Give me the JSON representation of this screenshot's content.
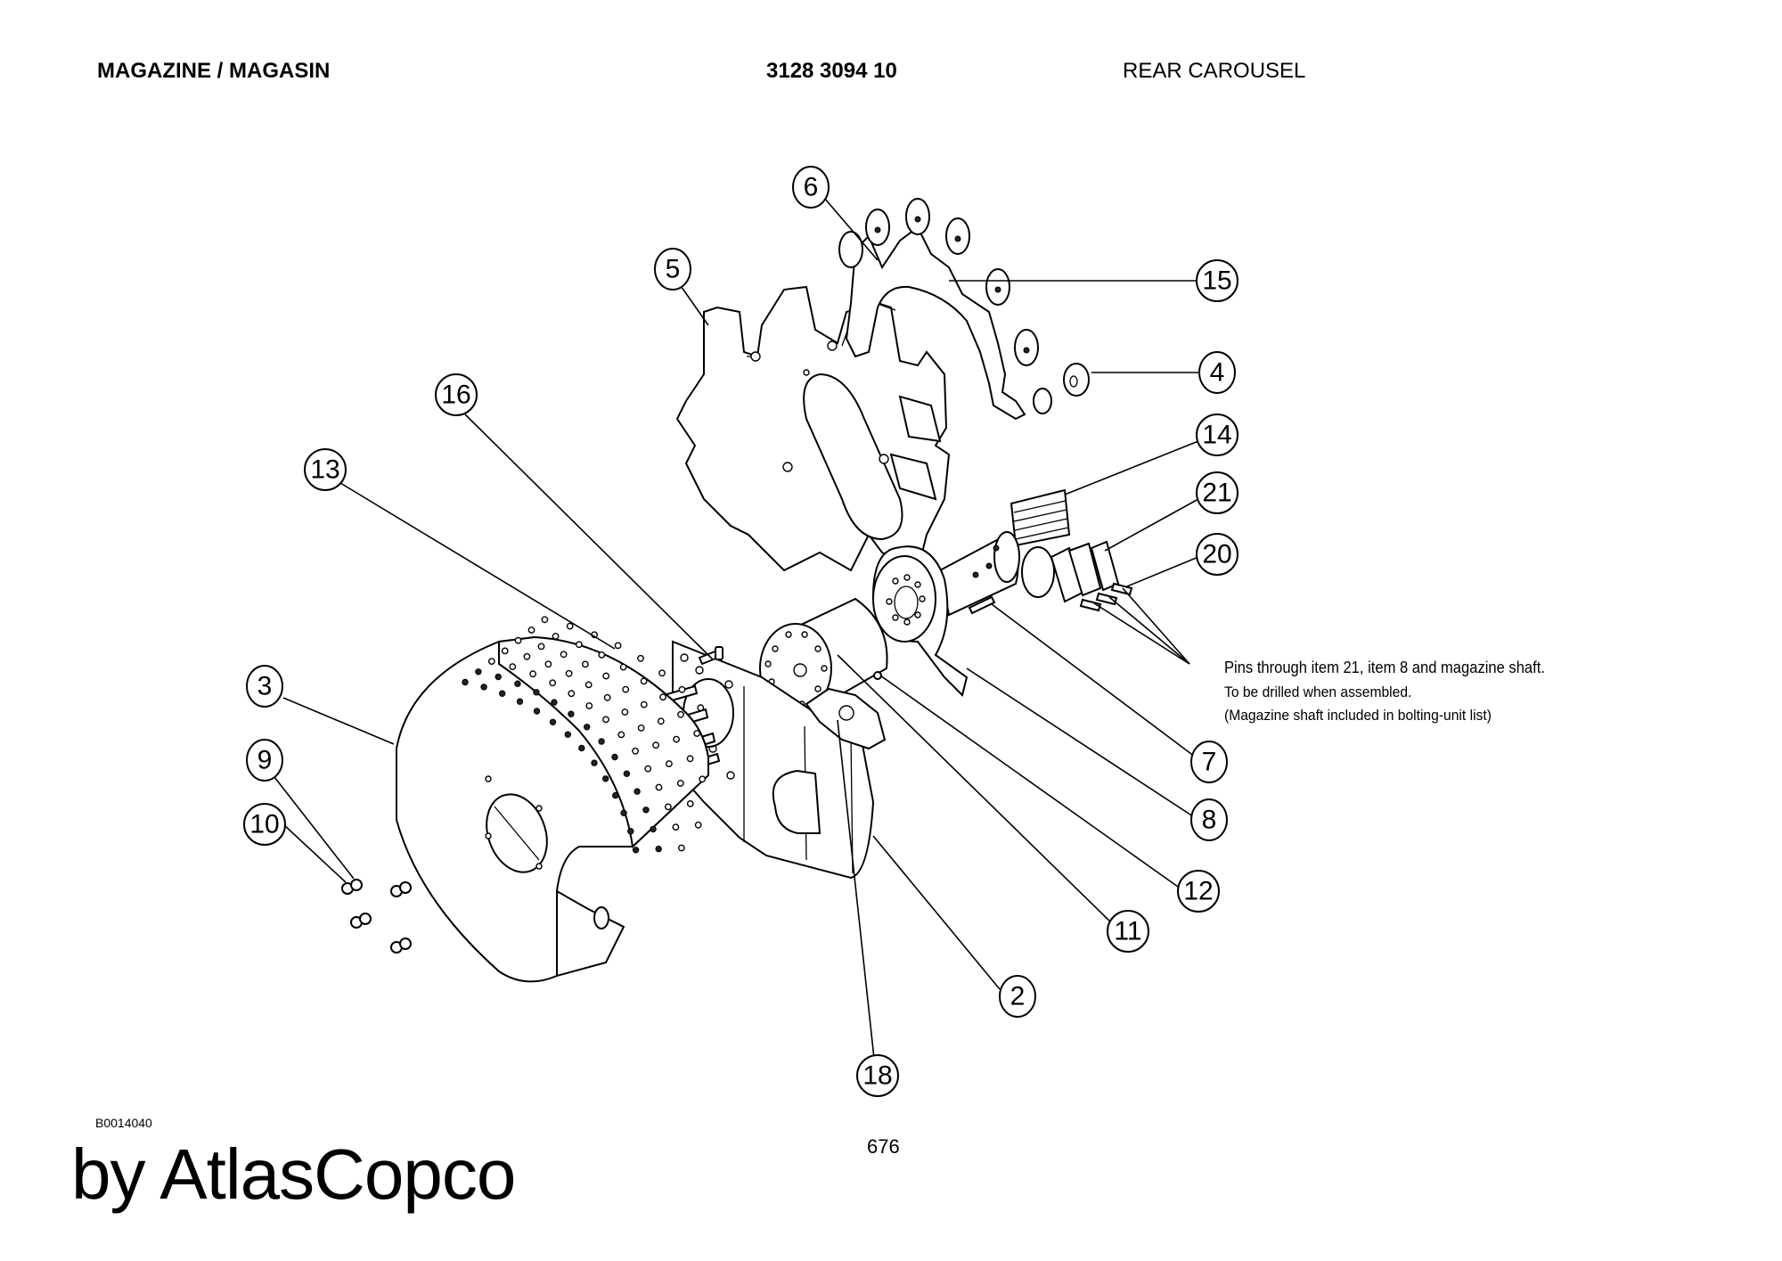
{
  "header": {
    "section_title": "MAGAZINE / MAGASIN",
    "part_number": "3128 3094 10",
    "assembly_name": "REAR CAROUSEL"
  },
  "drawing": {
    "subject": "Rear carousel exploded view",
    "callouts": [
      {
        "id": "c6",
        "label": "6"
      },
      {
        "id": "c5",
        "label": "5"
      },
      {
        "id": "c15",
        "label": "15"
      },
      {
        "id": "c4",
        "label": "4"
      },
      {
        "id": "c16",
        "label": "16"
      },
      {
        "id": "c14",
        "label": "14"
      },
      {
        "id": "c13",
        "label": "13"
      },
      {
        "id": "c21",
        "label": "21"
      },
      {
        "id": "c20",
        "label": "20"
      },
      {
        "id": "c3",
        "label": "3"
      },
      {
        "id": "c9",
        "label": "9"
      },
      {
        "id": "c7",
        "label": "7"
      },
      {
        "id": "c10",
        "label": "10"
      },
      {
        "id": "c8",
        "label": "8"
      },
      {
        "id": "c12",
        "label": "12"
      },
      {
        "id": "c11",
        "label": "11"
      },
      {
        "id": "c2",
        "label": "2"
      },
      {
        "id": "c18",
        "label": "18"
      }
    ],
    "notes": [
      "Pins through item 21, item 8 and magazine shaft.",
      "To be drilled when assembled.",
      "(Magazine shaft included in bolting-unit list)"
    ]
  },
  "footer": {
    "document_id": "B0014040",
    "page_number": "676",
    "brand": "by AtlasCopco"
  }
}
